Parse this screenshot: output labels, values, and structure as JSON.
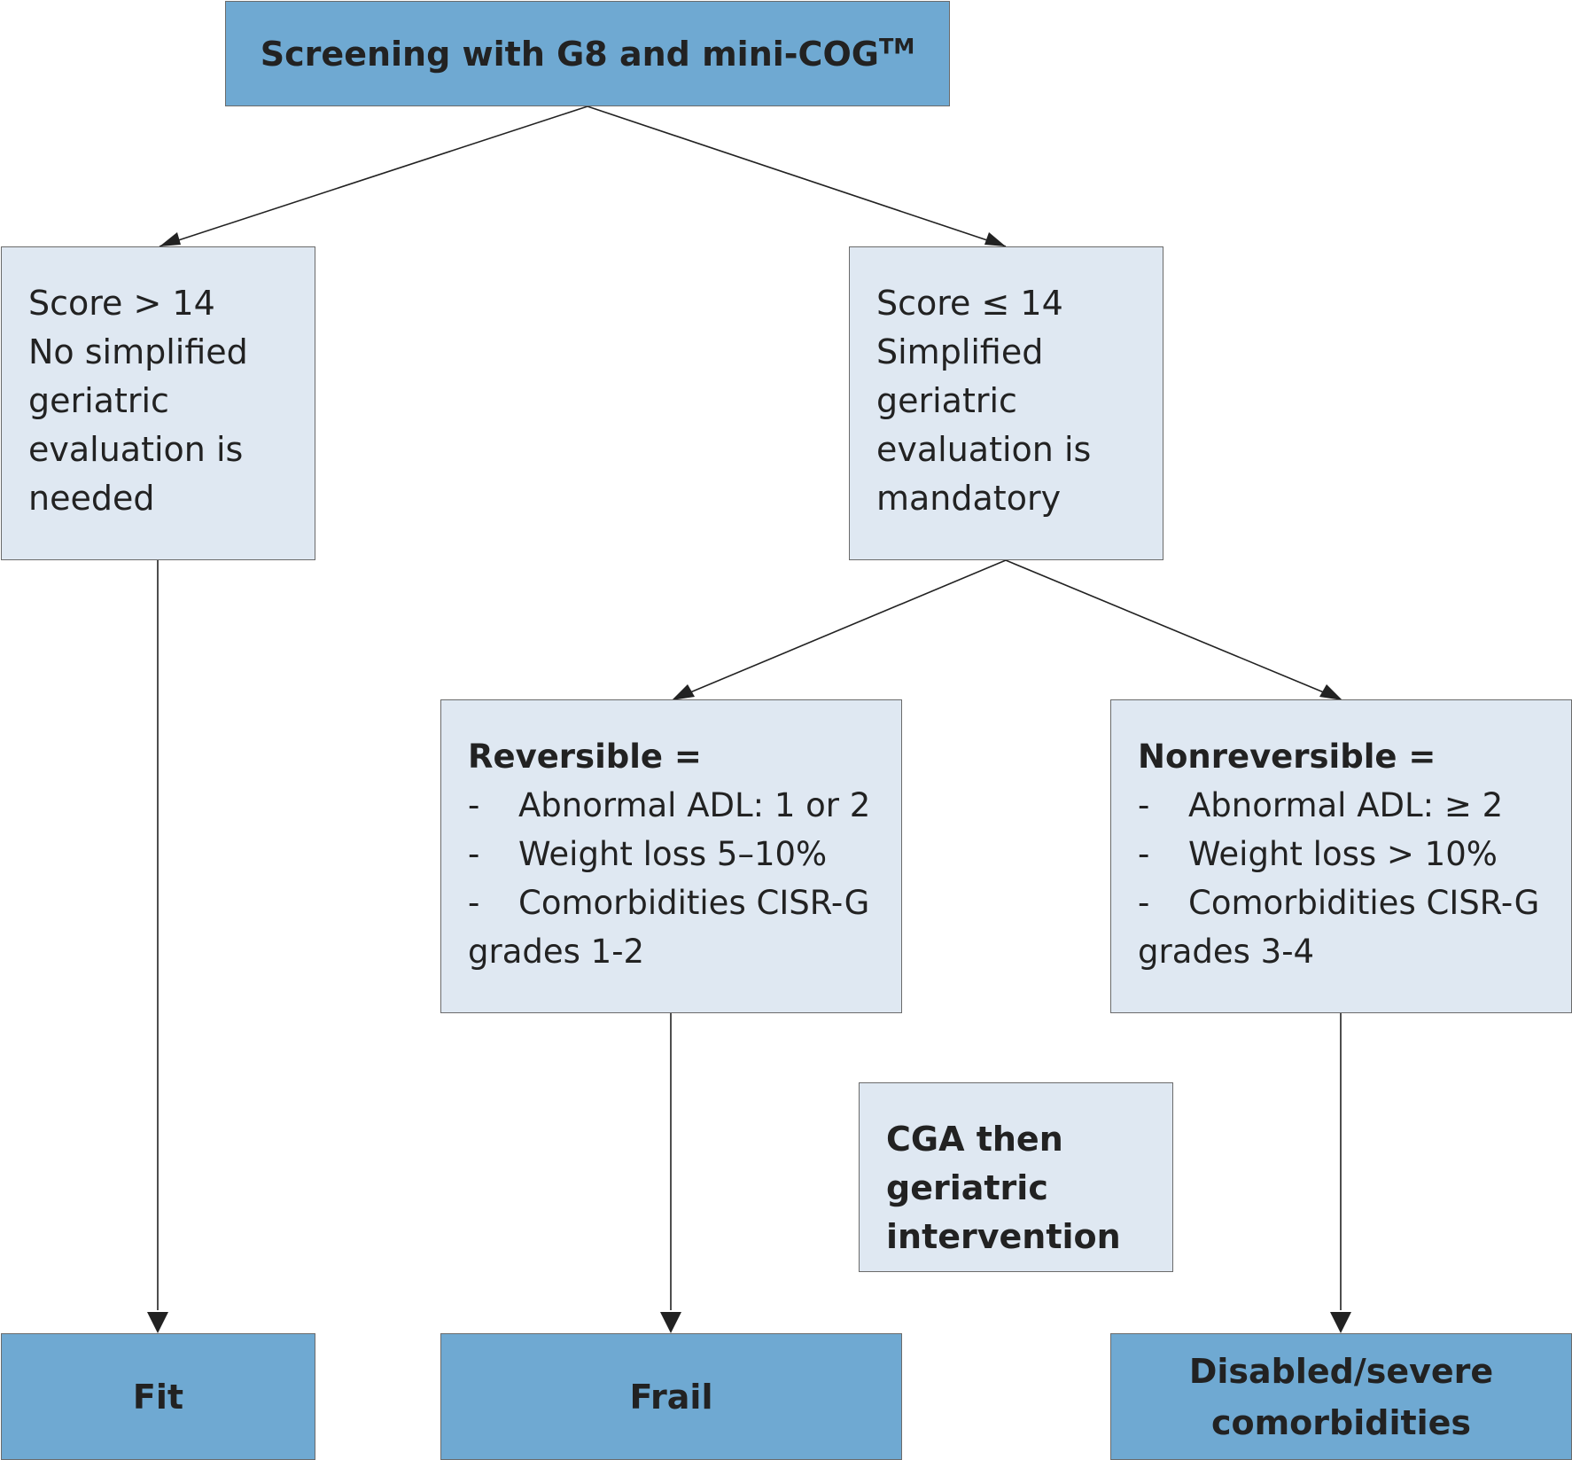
{
  "boxes": {
    "screening": {
      "title": "Screening with G8 and mini-COG",
      "superscript": "TM"
    },
    "score_high": {
      "lines": [
        "Score > 14",
        "No simplified",
        "geriatric",
        "evaluation is",
        "needed"
      ]
    },
    "score_low": {
      "lines": [
        "Score ≤ 14",
        "Simplified",
        "geriatric",
        "evaluation is",
        "mandatory"
      ]
    },
    "reversible": {
      "heading": "Reversible =",
      "items": [
        "Abnormal ADL: 1 or 2",
        "Weight loss 5–10%",
        "Comorbidities CISR-G"
      ],
      "continuation": "grades 1-2"
    },
    "nonreversible": {
      "heading": "Nonreversible =",
      "items": [
        "Abnormal ADL: ≥ 2",
        "Weight loss > 10%",
        "Comorbidities CISR-G"
      ],
      "continuation": "grades 3-4"
    },
    "cga": {
      "lines": [
        "CGA then",
        "geriatric",
        "intervention"
      ]
    },
    "fit": {
      "label": "Fit"
    },
    "frail": {
      "label": "Frail"
    },
    "disabled": {
      "lines": [
        "Disabled/severe",
        "comorbidities"
      ]
    }
  },
  "bullet_marker": "-",
  "colors": {
    "dark_box": "#6fa9d2",
    "light_box": "#dfe8f2",
    "border": "#6b6b6b",
    "line": "#222222"
  }
}
